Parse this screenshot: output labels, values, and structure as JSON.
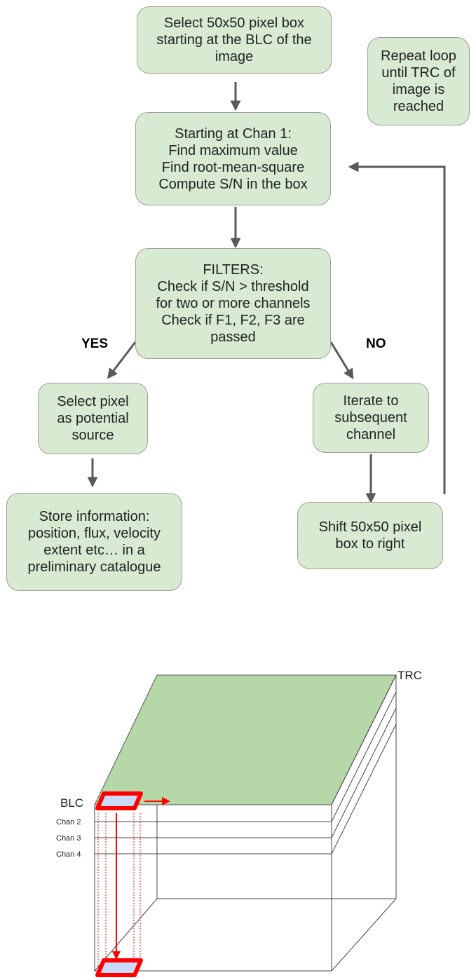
{
  "colors": {
    "box_fill": "#d9ead3",
    "box_border": "#9e9e9e",
    "arrow": "#595959",
    "cube_top": "#b6d7a8",
    "pixel_fill": "#c9daf8",
    "highlight": "#ff0000"
  },
  "flowchart": {
    "select_box": "Select 50x50 pixel box\nstarting at the BLC of the\nimage",
    "repeat_loop": "Repeat loop\nuntil TRC of\nimage is\nreached",
    "chan1": "Starting at Chan 1:\nFind maximum value\nFind root-mean-square\nCompute S/N in the box",
    "filters": "FILTERS:\nCheck if S/N > threshold\nfor two or more channels\nCheck if F1, F2, F3 are\npassed",
    "yes_label": "YES",
    "no_label": "NO",
    "select_pixel": "Select pixel\nas potential\nsource",
    "iterate": "Iterate to\nsubsequent\nchannel",
    "store_info": "Store information:\nposition, flux, velocity\nextent etc… in a\npreliminary catalogue",
    "shift_box": "Shift 50x50 pixel\nbox to right"
  },
  "cube": {
    "trc_label": "TRC",
    "blc_label": "BLC",
    "channel_labels": [
      "Chan 2",
      "Chan 3",
      "Chan 4"
    ]
  }
}
